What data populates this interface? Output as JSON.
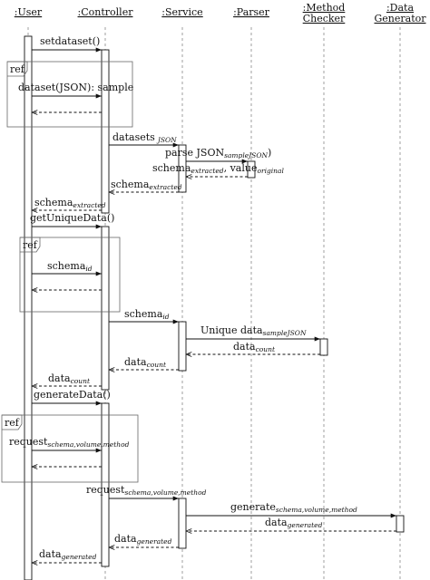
{
  "participants": [
    {
      "id": "user",
      "lines": [
        ":User"
      ]
    },
    {
      "id": "controller",
      "lines": [
        ":Controller"
      ]
    },
    {
      "id": "service",
      "lines": [
        ":Service"
      ]
    },
    {
      "id": "parser",
      "lines": [
        ":Parser"
      ]
    },
    {
      "id": "checker",
      "lines": [
        ":Method",
        "Checker"
      ]
    },
    {
      "id": "generator",
      "lines": [
        ":Data",
        "Generator"
      ]
    }
  ],
  "ref_label": "ref",
  "messages": {
    "setdataset": {
      "text": "setdataset()"
    },
    "ref1_call": {
      "text": "dataset(JSON): sample"
    },
    "datasets": {
      "text": "datasets",
      "sub": "JSON"
    },
    "parse": {
      "text": "parse JSON",
      "sub": "sampleJSON",
      "tail": ")"
    },
    "schema_extracted_value": {
      "text": "schema",
      "sub": "extracted",
      "mid": ", value",
      "sub2": "original"
    },
    "schema_extracted_ret": {
      "text": "schema",
      "sub": "extracted"
    },
    "schema_extracted_user": {
      "text": "schema",
      "sub": "extracted"
    },
    "getunique": {
      "text": "getUniqueData()"
    },
    "ref2_call": {
      "text": "schema",
      "sub": "id"
    },
    "schema_id": {
      "text": "schema",
      "sub": "id"
    },
    "unique_data": {
      "text": "Unique data",
      "sub": "sampleJSON"
    },
    "data_count_check": {
      "text": "data",
      "sub": "count"
    },
    "data_count_srv": {
      "text": "data",
      "sub": "count"
    },
    "data_count_user": {
      "text": "data",
      "sub": "count"
    },
    "generate_data": {
      "text": "generateData()"
    },
    "ref3_call": {
      "text": "request",
      "sub": "schema,volume,method"
    },
    "request": {
      "text": "request",
      "sub": "schema,volume,method"
    },
    "generate": {
      "text": "generate",
      "sub": "schema,volume,method"
    },
    "data_generated_gen": {
      "text": "data",
      "sub": "generated"
    },
    "data_generated_srv": {
      "text": "data",
      "sub": "generated"
    },
    "data_generated_user": {
      "text": "data",
      "sub": "generated"
    }
  }
}
